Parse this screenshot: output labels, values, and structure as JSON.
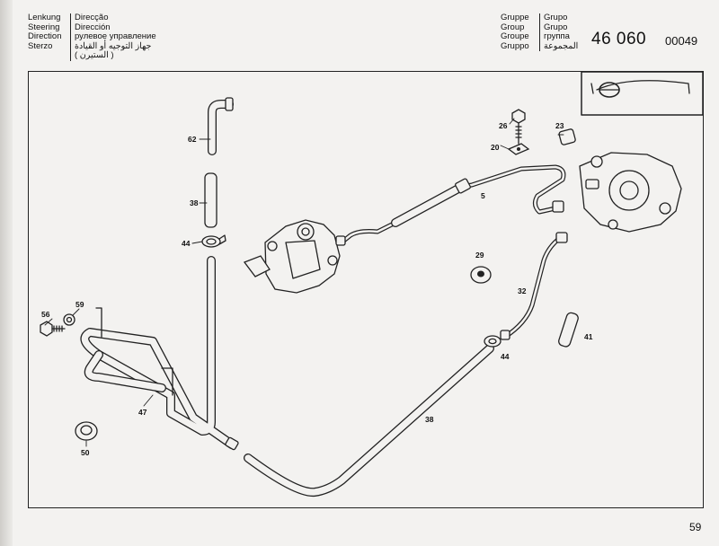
{
  "header": {
    "left_titles": [
      "Lenkung",
      "Steering",
      "Direction",
      "Sterzo"
    ],
    "lang_titles": [
      "Direcção",
      "Dirección",
      "рулевое управление",
      "جهاز التوجيه أو القيادة",
      "( الستيرن )"
    ],
    "group_labels": [
      "Gruppe",
      "Group",
      "Groupe",
      "Gruppo"
    ],
    "group_labels_2": [
      "Grupo",
      "Grupo",
      "группа",
      "المجموعة"
    ],
    "group_number": "46 060",
    "sub_number": "00049"
  },
  "callouts": {
    "c62": "62",
    "c38a": "38",
    "c44a": "44",
    "c26": "26",
    "c23": "23",
    "c20": "20",
    "c5": "5",
    "c29": "29",
    "c32": "32",
    "c41": "41",
    "c44b": "44",
    "c38b": "38",
    "c59": "59",
    "c56": "56",
    "c47": "47",
    "c50": "50"
  },
  "page_number": "59"
}
